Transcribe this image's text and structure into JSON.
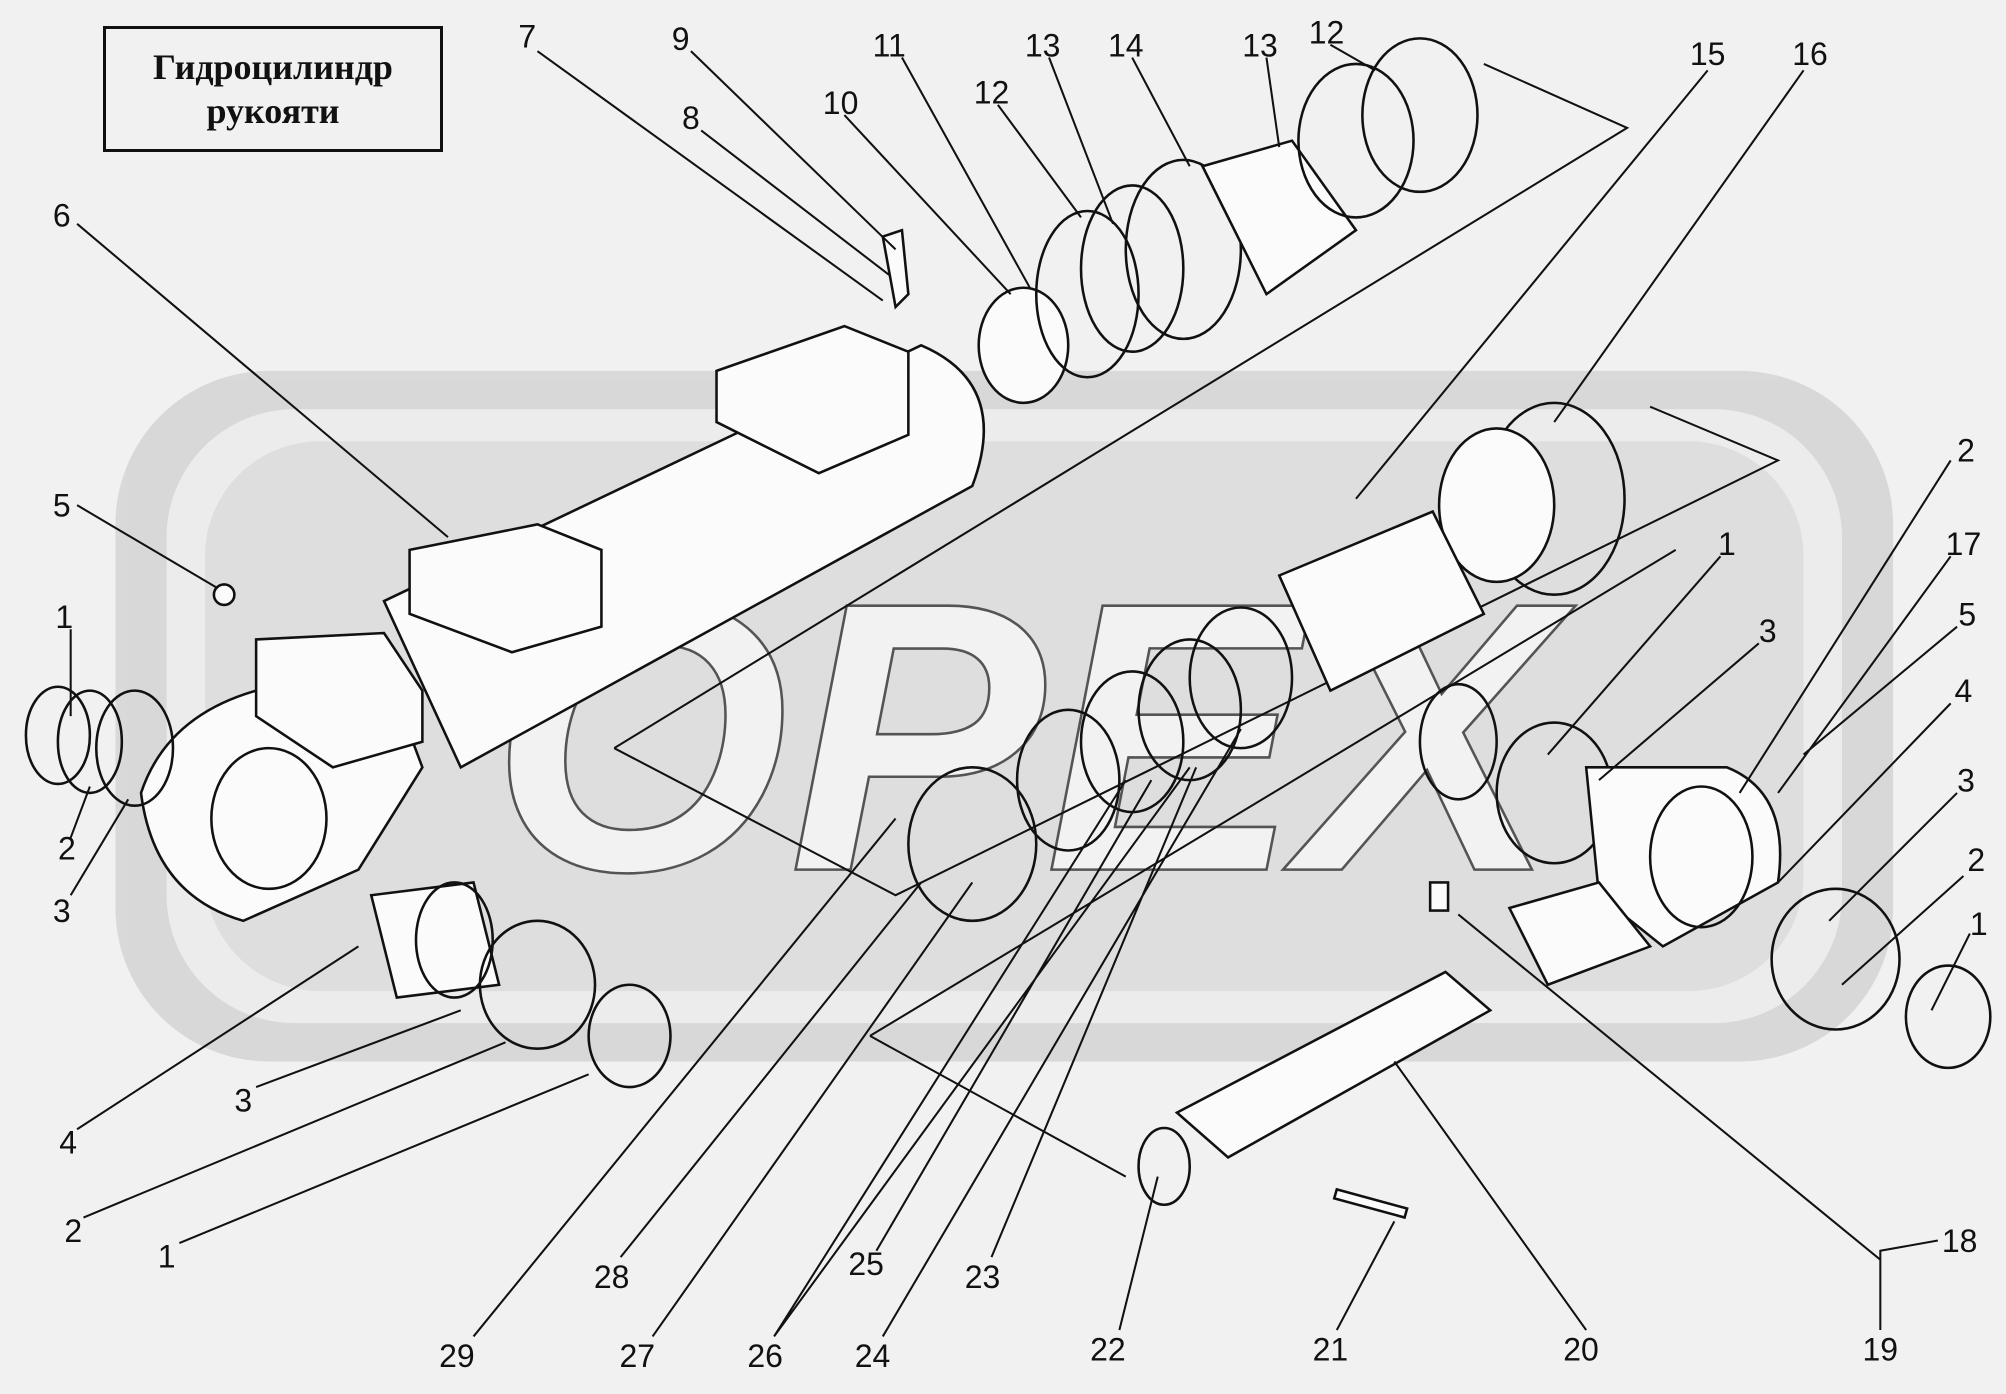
{
  "title": {
    "line1": "Гидроцилиндр",
    "line2": "рукояти"
  },
  "watermark": "OPEX",
  "callouts": [
    "7",
    "9",
    "11",
    "13",
    "14",
    "13",
    "12",
    "15",
    "16",
    "8",
    "10",
    "12",
    "6",
    "5",
    "1",
    "2",
    "3",
    "2",
    "1",
    "17",
    "3",
    "5",
    "4",
    "3",
    "2",
    "1",
    "4",
    "3",
    "2",
    "1",
    "18",
    "29",
    "28",
    "27",
    "26",
    "25",
    "24",
    "23",
    "22",
    "21",
    "20",
    "19"
  ]
}
